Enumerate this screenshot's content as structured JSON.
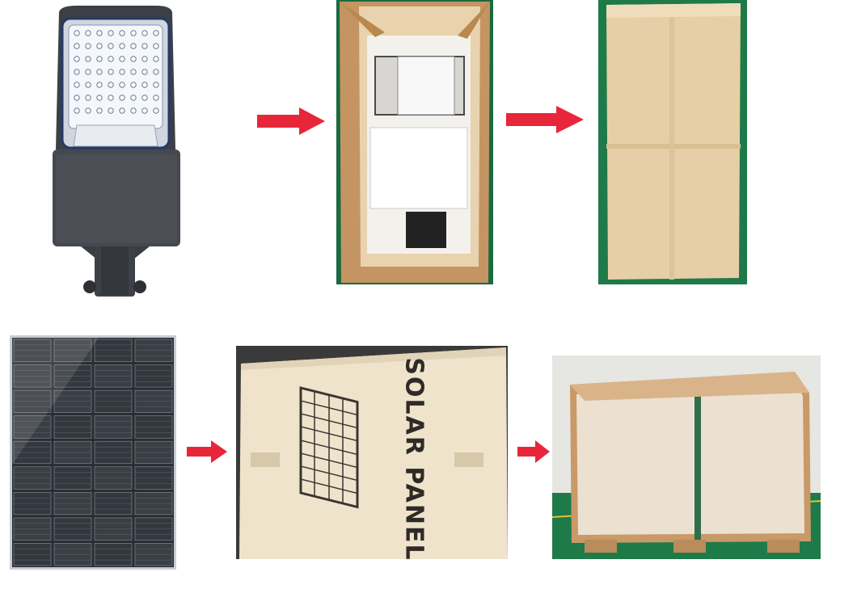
{
  "page": {
    "background": "#ffffff"
  },
  "colors": {
    "arrow": "#e8263a",
    "cardboard": "#d9b68a",
    "carton_light": "#efe3cc",
    "lamp_body": "#3a3d42",
    "floor_green": "#1f7a4a"
  },
  "row1": {
    "items": [
      {
        "id": "led-street-light",
        "icon": "street-light"
      },
      {
        "id": "open-carton",
        "icon": "open-box"
      },
      {
        "id": "sealed-carton",
        "icon": "closed-box"
      }
    ]
  },
  "row2": {
    "items": [
      {
        "id": "solar-panel",
        "icon": "solar-panel"
      },
      {
        "id": "solar-panel-carton",
        "icon": "labeled-box",
        "label": "SOLAR PANEL"
      },
      {
        "id": "wooden-crate-pallet",
        "icon": "crate"
      }
    ]
  },
  "arrows": [
    "arrow-right",
    "arrow-right",
    "arrow-right",
    "arrow-right"
  ]
}
